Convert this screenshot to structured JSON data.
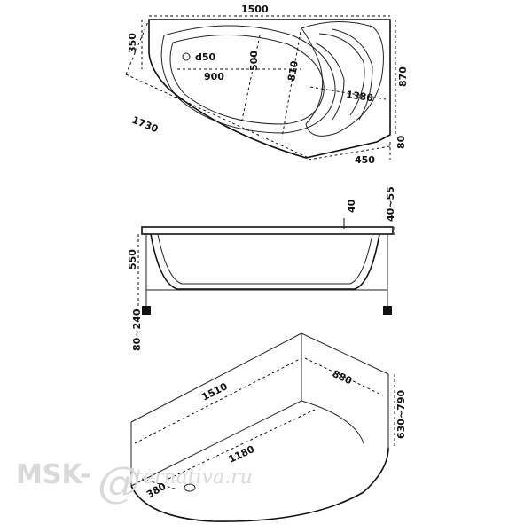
{
  "top_view": {
    "width": "1500",
    "left_depth": "350",
    "drain": "d50",
    "inner_len": "900",
    "inner_width": "500",
    "inner_depth": "810",
    "diag_len": "1380",
    "right_height": "870",
    "diag_full": "1730",
    "bottom_short": "450",
    "corner": "80"
  },
  "side_view": {
    "rim": "40",
    "rim_range": "40~55",
    "height": "550",
    "legs": "80~240"
  },
  "install_view": {
    "length": "1510",
    "width": "880",
    "height": "630~790",
    "inner": "1180",
    "drain_offset": "380"
  },
  "watermark": {
    "left": "MSK-",
    "right": "lternativa.ru"
  }
}
